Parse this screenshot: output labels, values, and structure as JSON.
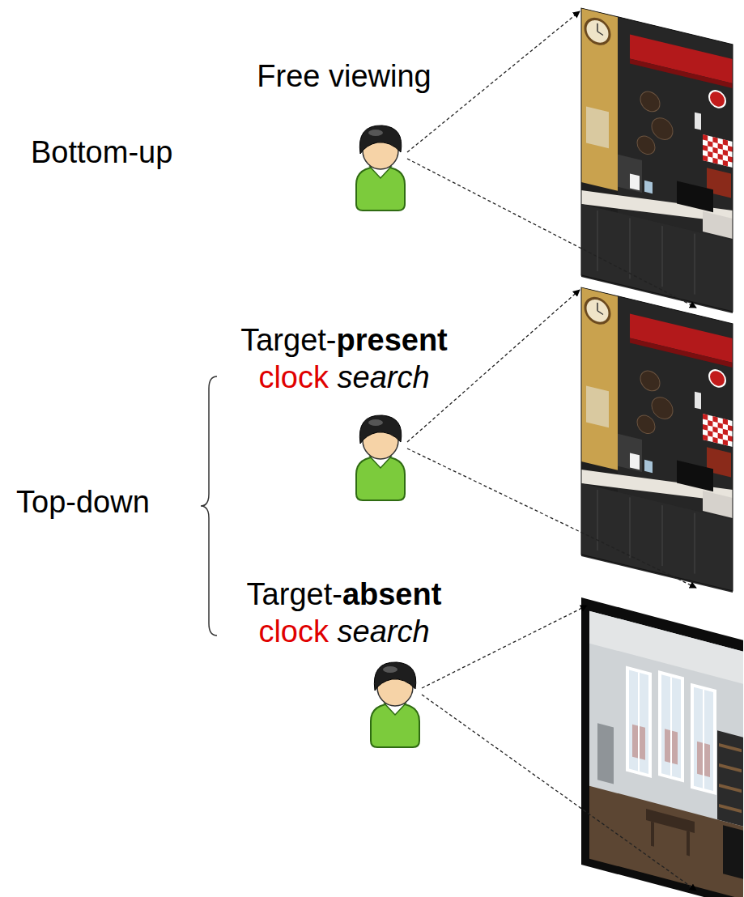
{
  "diagram": {
    "labels": [
      "Free viewing",
      "Bottom-up",
      "Target-present clock search",
      "Top-down",
      "Target-absent clock search"
    ]
  }
}
